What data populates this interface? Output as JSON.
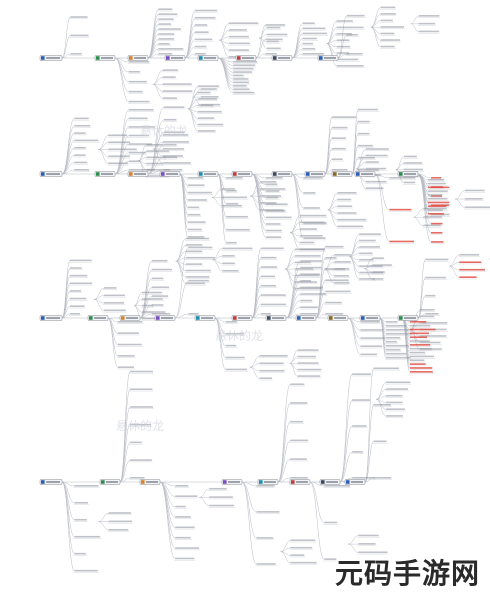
{
  "watermarks": [
    "悬休的龙",
    "悬休的龙",
    "悬休的龙"
  ],
  "brand": "元码手游网",
  "colors": {
    "line": "#b9bcc6",
    "leaf_text": "#8a8f9a",
    "hub_fill": "#f2f3f7",
    "hub_stroke": "#3a3f4a",
    "red_accent": "#e0453a"
  },
  "icons": [
    "hub-node-icon",
    "colored-square-icon"
  ]
}
